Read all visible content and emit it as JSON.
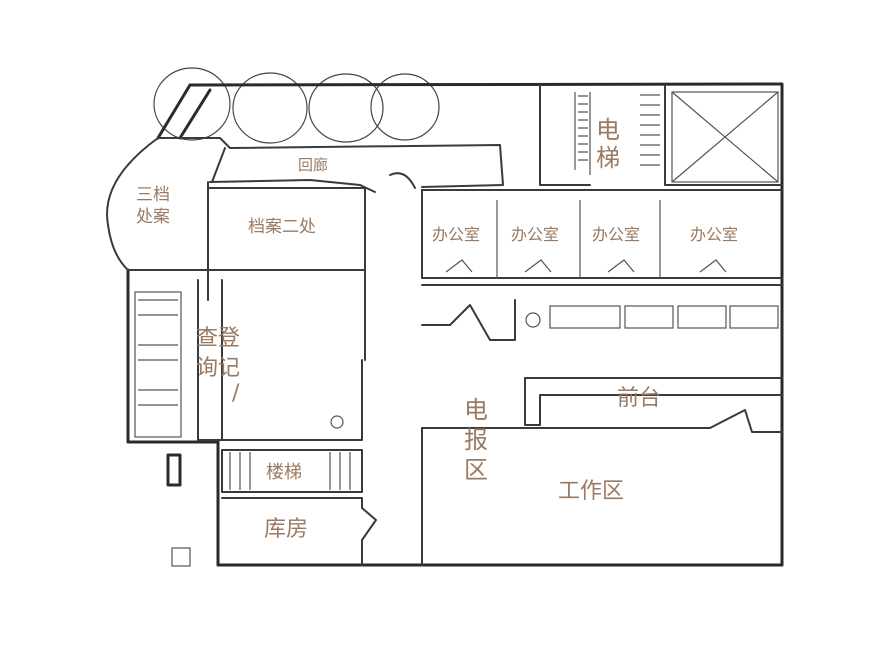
{
  "labels": {
    "huilang": "回廊",
    "sandang": "三档",
    "chuan": "处案",
    "dangan2": "档案二处",
    "dianti_1": "电",
    "dianti_2": "梯",
    "bangong_1": "办公室",
    "bangong_2": "办公室",
    "bangong_3": "办公室",
    "bangong_4": "办公室",
    "chadeng": "查登",
    "xunji": "询记",
    "slash": "/",
    "dianbao_1": "电",
    "dianbao_2": "报",
    "dianbao_3": "区",
    "qiantai": "前台",
    "gongzuoqu": "工作区",
    "louti": "楼梯",
    "kufang": "库房"
  },
  "colors": {
    "wall": "#2a2a2a",
    "label": "#9a7a62",
    "background": "#ffffff"
  }
}
